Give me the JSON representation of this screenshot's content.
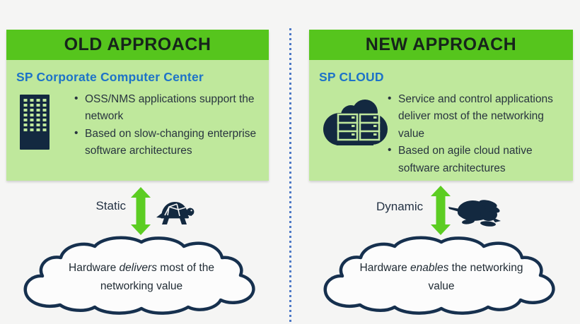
{
  "palette": {
    "background": "#f5f5f4",
    "header_green": "#56c51d",
    "panel_green": "#bfe89c",
    "navy": "#132940",
    "subtitle_blue": "#1d72c8",
    "arrow_green": "#5ccd22",
    "divider_blue": "#4d79c6",
    "cloud_outline": "#16304e"
  },
  "left": {
    "header": "OLD APPROACH",
    "subtitle": "SP Corporate Computer Center",
    "bullets": [
      "OSS/NMS applications support the network",
      "Based on slow-changing enterprise software architectures"
    ],
    "speed_label": "Static",
    "icon": "building-icon",
    "animal_icon": "turtle-icon",
    "cloud_text": {
      "prefix": "Hardware ",
      "emphasis": "delivers",
      "suffix": " most of the networking value"
    }
  },
  "right": {
    "header": "NEW APPROACH",
    "subtitle": "SP CLOUD",
    "bullets": [
      "Service and control applications deliver most of the networking value",
      "Based on agile cloud native software architectures"
    ],
    "speed_label": "Dynamic",
    "icon": "cloud-servers-icon",
    "animal_icon": "rabbit-icon",
    "cloud_text": {
      "prefix": "Hardware ",
      "emphasis": "enables",
      "suffix": " the networking value"
    }
  }
}
